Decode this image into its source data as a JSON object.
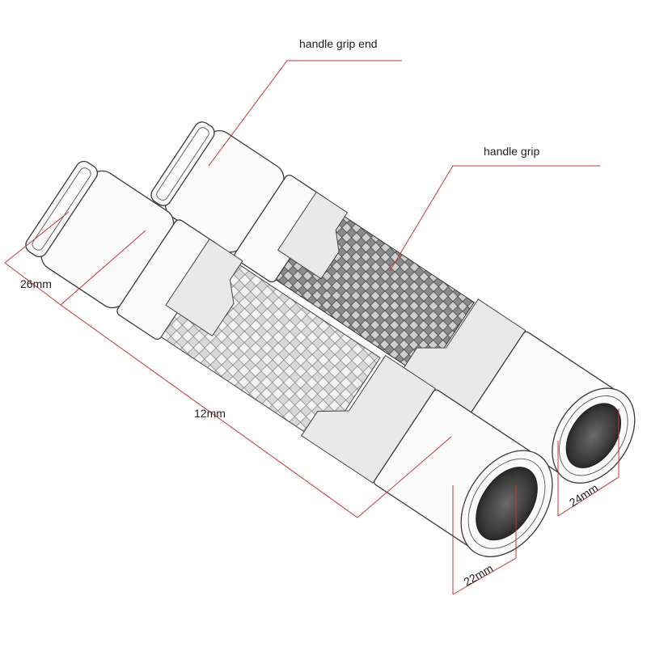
{
  "labels": {
    "grip_end": "handle grip end",
    "grip": "handle grip",
    "diameter_26": "26mm",
    "length_12": "12mm",
    "diameter_22": "22mm",
    "diameter_24": "24mm"
  },
  "colors": {
    "leader_line": "#c8352f",
    "outline": "#3a3a3a",
    "background": "#ffffff"
  }
}
